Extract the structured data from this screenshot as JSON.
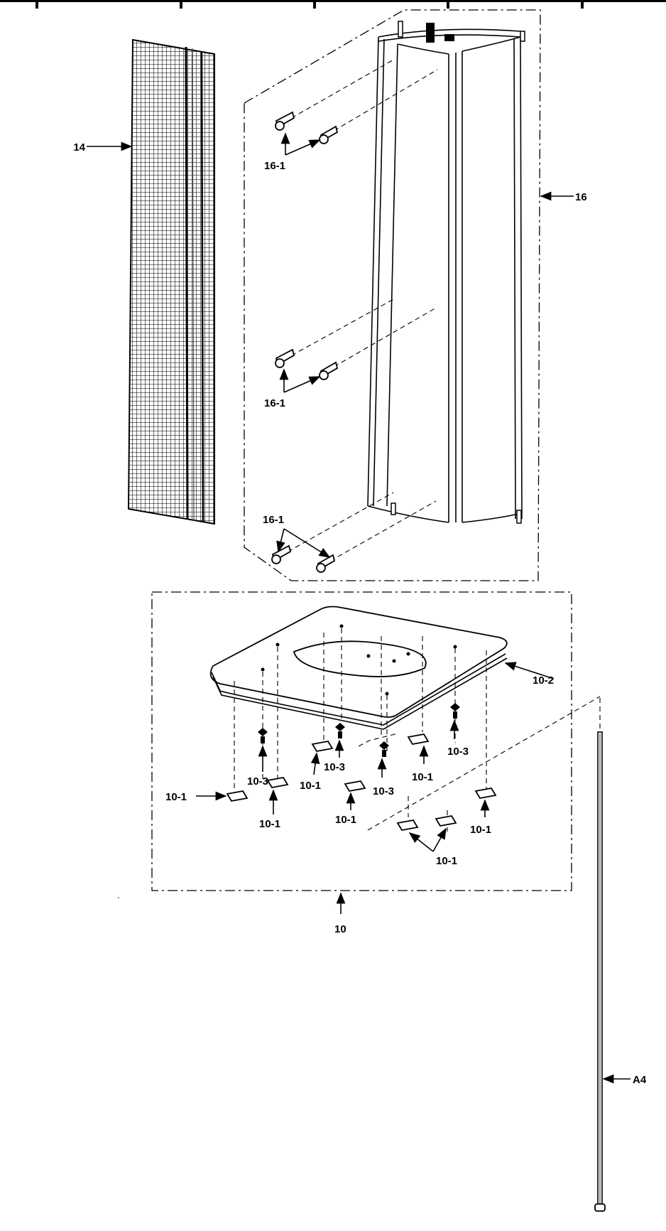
{
  "labels": {
    "filter": "14",
    "cabinet": "16",
    "screw_top": "16-1",
    "screw_mid": "16-1",
    "screw_bottom": "16-1",
    "base_assembly": "10",
    "base_plate": "10-2",
    "grommet_a": "10-3",
    "grommet_b": "10-3",
    "grommet_c": "10-3",
    "grommet_d": "10-3",
    "foot_a": "10-1",
    "foot_b": "10-1",
    "foot_c": "10-1",
    "foot_d": "10-1",
    "foot_e": "10-1",
    "foot_f": "10-1",
    "foot_g": "10-1",
    "foot_h": "10-1",
    "rod": "A4"
  }
}
